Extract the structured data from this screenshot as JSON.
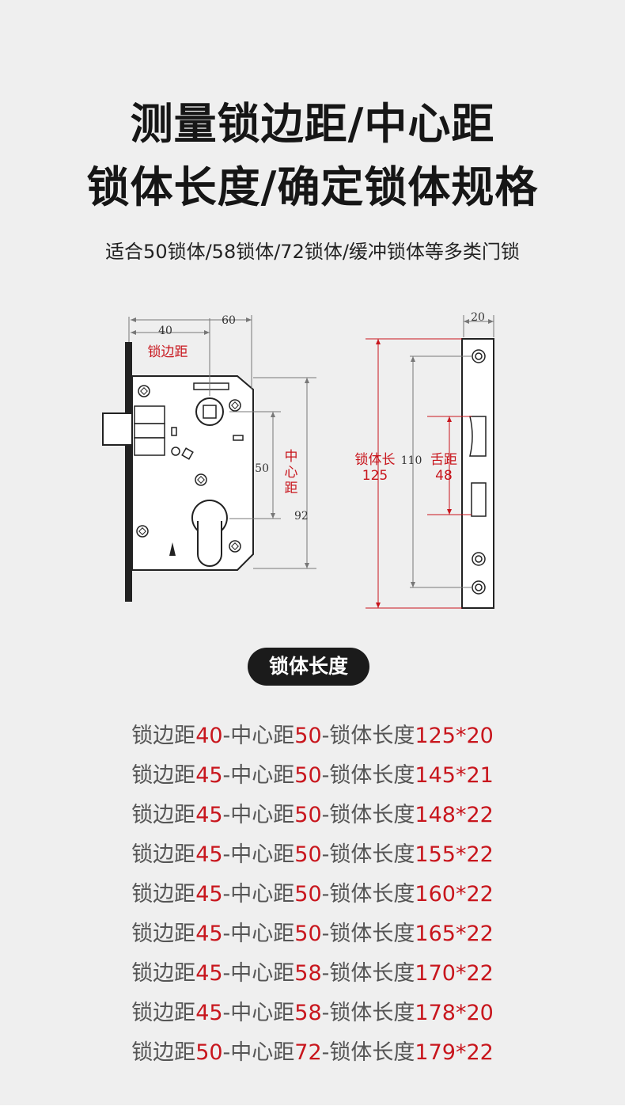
{
  "title_line1": "测量锁边距/中心距",
  "title_line2": "锁体长度/确定锁体规格",
  "subtitle": "适合50锁体/58锁体/72锁体/缓冲锁体等多类门锁",
  "diagram": {
    "dim_40": "40",
    "dim_60": "60",
    "dim_50": "50",
    "dim_92": "92",
    "label_backset": "锁边距",
    "label_center_1": "中",
    "label_center_2": "心",
    "label_center_3": "距",
    "dim_20": "20",
    "dim_110": "110",
    "label_length": "锁体长",
    "label_length_val": "125",
    "label_latch": "舌距",
    "label_latch_val": "48"
  },
  "section_label": "锁体长度",
  "spec_labels": {
    "backset": "锁边距",
    "center": "-中心距",
    "length": "-锁体长度"
  },
  "specs": [
    {
      "backset": "40",
      "center": "50",
      "size": "125*20"
    },
    {
      "backset": "45",
      "center": "50",
      "size": "145*21"
    },
    {
      "backset": "45",
      "center": "50",
      "size": "148*22"
    },
    {
      "backset": "45",
      "center": "50",
      "size": "155*22"
    },
    {
      "backset": "45",
      "center": "50",
      "size": "160*22"
    },
    {
      "backset": "45",
      "center": "50",
      "size": "165*22"
    },
    {
      "backset": "45",
      "center": "58",
      "size": "170*22"
    },
    {
      "backset": "45",
      "center": "58",
      "size": "178*20"
    },
    {
      "backset": "50",
      "center": "72",
      "size": "179*22"
    }
  ],
  "colors": {
    "accent_red": "#c8161d",
    "pill_bg": "#1b1b1b",
    "background": "#efefef"
  }
}
